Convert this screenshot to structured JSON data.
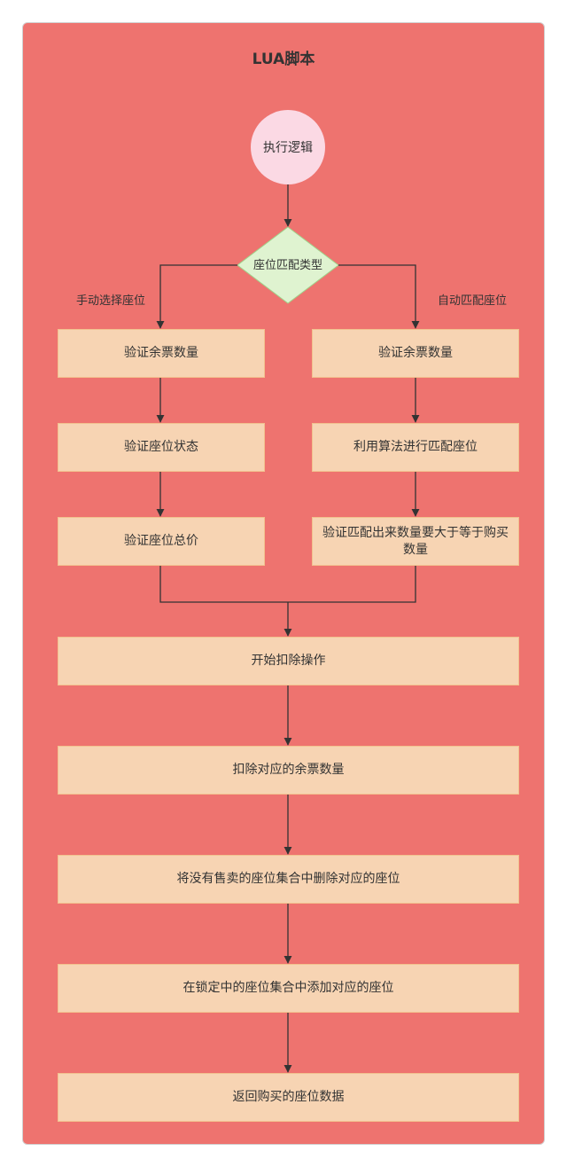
{
  "diagram": {
    "title": "LUA脚本",
    "start": "执行逻辑",
    "decision": "座位匹配类型",
    "branch_left_label": "手动选择座位",
    "branch_right_label": "自动匹配座位",
    "left_steps": [
      "验证余票数量",
      "验证座位状态",
      "验证座位总价"
    ],
    "right_steps": [
      "验证余票数量",
      "利用算法进行匹配座位",
      "验证匹配出来数量要大于等于购买数量"
    ],
    "common_steps": [
      "开始扣除操作",
      "扣除对应的余票数量",
      "将没有售卖的座位集合中删除对应的座位",
      "在锁定中的座位集合中添加对应的座位",
      "返回购买的座位数据"
    ]
  },
  "colors": {
    "container": "#ee736f",
    "start_node": "#fbd9e4",
    "decision": "#dff3d0",
    "process": "#f7d4b3",
    "edge": "#333333"
  }
}
